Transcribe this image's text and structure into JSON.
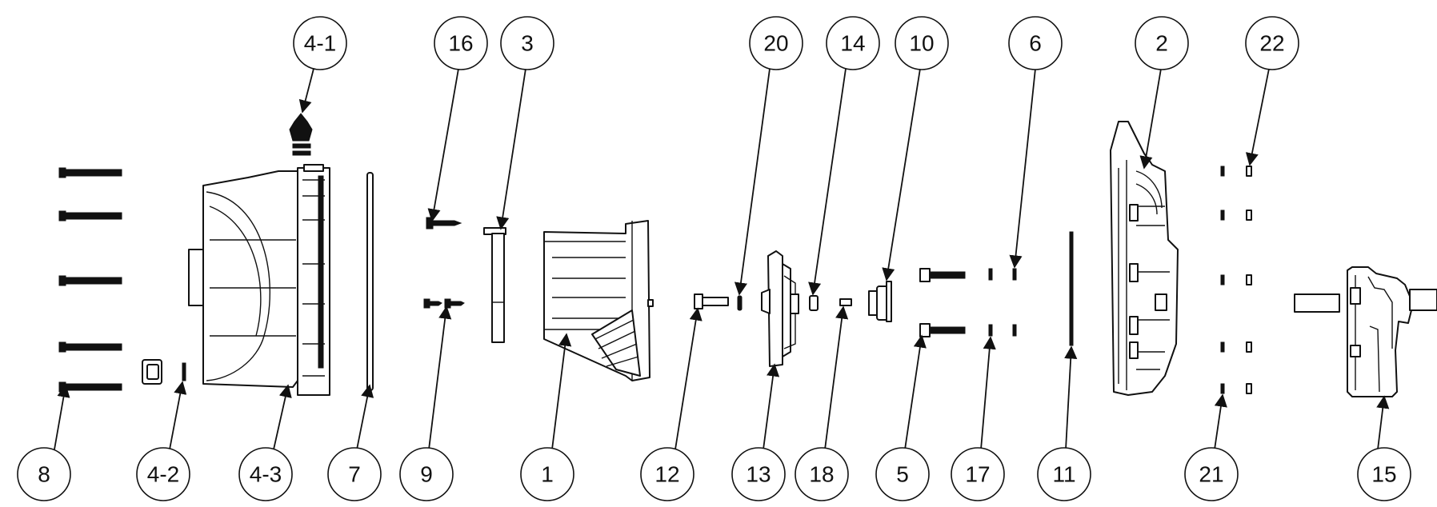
{
  "balloons": {
    "b4_1": "4-1",
    "b16": "16",
    "b3": "3",
    "b20": "20",
    "b14": "14",
    "b10": "10",
    "b6": "6",
    "b2": "2",
    "b22": "22",
    "b8": "8",
    "b4_2": "4-2",
    "b4_3": "4-3",
    "b7": "7",
    "b9": "9",
    "b1": "1",
    "b12": "12",
    "b13": "13",
    "b18": "18",
    "b5": "5",
    "b17": "17",
    "b11": "11",
    "b21": "21",
    "b15": "15"
  }
}
